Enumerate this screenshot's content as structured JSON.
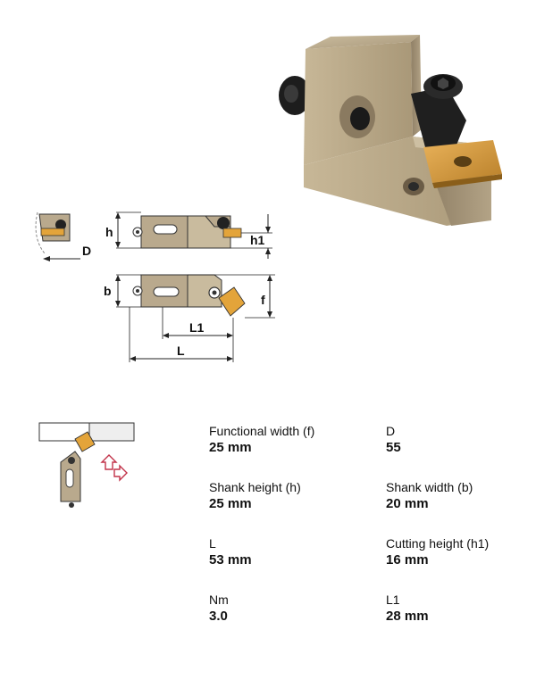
{
  "dimension_labels": {
    "D": "D",
    "h": "h",
    "h1": "h1",
    "b": "b",
    "f": "f",
    "L1": "L1",
    "L": "L"
  },
  "specs": [
    {
      "label": "Functional width (f)",
      "value": "25 mm"
    },
    {
      "label": "D",
      "value": "55"
    },
    {
      "label": "Shank height (h)",
      "value": "25 mm"
    },
    {
      "label": "Shank width (b)",
      "value": "20 mm"
    },
    {
      "label": "L",
      "value": "53 mm"
    },
    {
      "label": "Cutting height (h1)",
      "value": "16 mm"
    },
    {
      "label": "Nm",
      "value": "3.0"
    },
    {
      "label": "L1",
      "value": "28 mm"
    }
  ],
  "colors": {
    "tool_body": "#b9a98d",
    "insert": "#e3a43a",
    "arrow": "#c2334a",
    "line": "#222222"
  }
}
